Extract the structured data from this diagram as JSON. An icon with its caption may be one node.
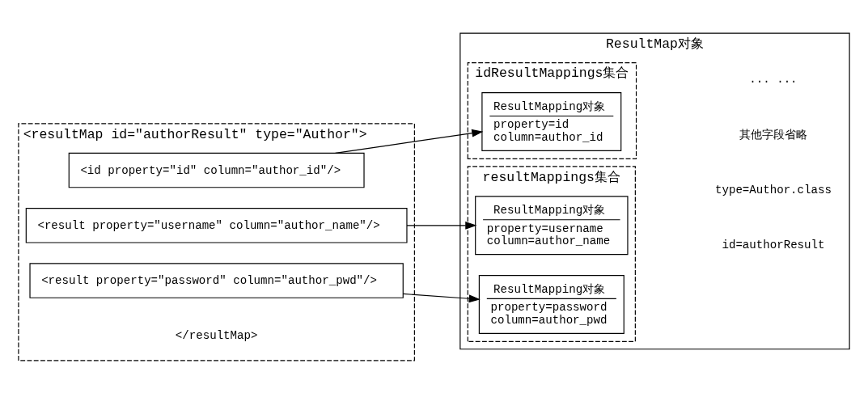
{
  "diagram": {
    "nodes": [
      {
        "text": [
          "ResultMap对象"
        ]
      },
      {
        "text": [
          "idResultMappings集合"
        ],
        "in": 0
      },
      {
        "text": [
          "ResultMapping对象",
          "property=id",
          "column=author_id"
        ],
        "in": 1
      },
      {
        "text": [
          "resultMappings集合"
        ],
        "in": 0
      },
      {
        "text": [
          "ResultMapping对象",
          "property=username",
          "column=author_name"
        ],
        "in": 3
      },
      {
        "text": [
          "ResultMapping对象",
          "property=password",
          "column=author_pwd"
        ],
        "in": 3
      },
      {
        "text": [
          "<resultMap id=\"authorResult\" type=\"Author\">",
          "</resultMap>"
        ]
      },
      {
        "text": [
          "<id property=\"id\" column=\"author_id\"/>"
        ],
        "in": 6
      },
      {
        "text": [
          "<result property=\"username\" column=\"author_name\"/>"
        ],
        "in": 6
      },
      {
        "text": [
          "<result property=\"password\" column=\"author_pwd\"/>"
        ],
        "in": 6
      }
    ],
    "edges": [
      {
        "from": 7,
        "to": 2,
        "arrow": "to"
      },
      {
        "from": 8,
        "to": 4,
        "arrow": "to"
      },
      {
        "from": 9,
        "to": 5,
        "arrow": "to"
      }
    ],
    "labels": [
      "id=authorResult",
      "type=Author.class",
      "其他字段省略",
      "... ..."
    ]
  }
}
